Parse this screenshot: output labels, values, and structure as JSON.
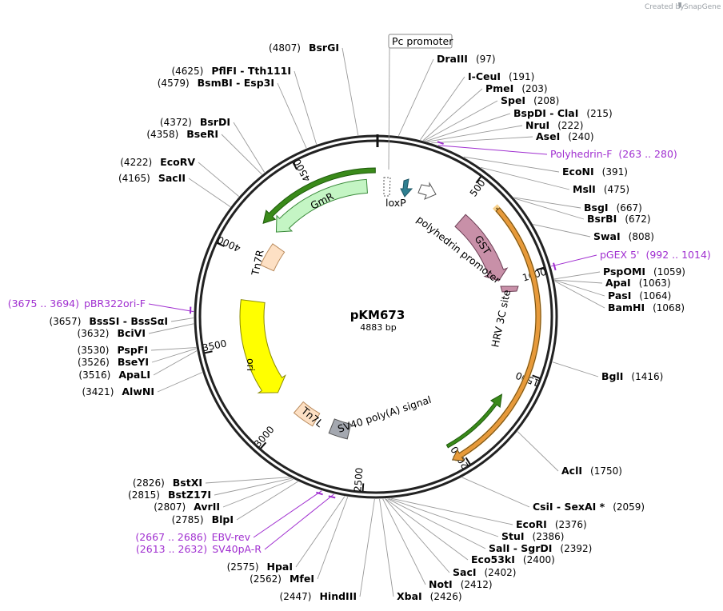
{
  "credit": {
    "created_by": "Created by",
    "brand": "SnapGene"
  },
  "plasmid": {
    "name": "pKM673",
    "size_label": "4883 bp",
    "length": 4883
  },
  "ring_ticks": [
    {
      "label": "500",
      "pos": 500
    },
    {
      "label": "1000",
      "pos": 1000
    },
    {
      "label": "1500",
      "pos": 1500
    },
    {
      "label": "2000",
      "pos": 2000
    },
    {
      "label": "2500",
      "pos": 2500
    },
    {
      "label": "3000",
      "pos": 3000
    },
    {
      "label": "3500",
      "pos": 3500
    },
    {
      "label": "4000",
      "pos": 4000
    },
    {
      "label": "4500",
      "pos": 4500
    }
  ],
  "sites_right": [
    {
      "name": "DraIII",
      "pos": "(97)",
      "bp": 97
    },
    {
      "name": "I-CeuI",
      "pos": "(191)",
      "bp": 191
    },
    {
      "name": "PmeI",
      "pos": "(203)",
      "bp": 203
    },
    {
      "name": "SpeI",
      "pos": "(208)",
      "bp": 208
    },
    {
      "name": "BspDI  -  ClaI",
      "pos": "(215)",
      "bp": 215
    },
    {
      "name": "NruI",
      "pos": "(222)",
      "bp": 222
    },
    {
      "name": "AseI",
      "pos": "(240)",
      "bp": 240
    },
    {
      "name": "EcoNI",
      "pos": "(391)",
      "bp": 391
    },
    {
      "name": "MslI",
      "pos": "(475)",
      "bp": 475
    },
    {
      "name": "BsgI",
      "pos": "(667)",
      "bp": 667
    },
    {
      "name": "BsrBI",
      "pos": "(672)",
      "bp": 672
    },
    {
      "name": "SwaI",
      "pos": "(808)",
      "bp": 808
    },
    {
      "name": "PspOMI",
      "pos": "(1059)",
      "bp": 1059
    },
    {
      "name": "ApaI",
      "pos": "(1063)",
      "bp": 1063
    },
    {
      "name": "PasI",
      "pos": "(1064)",
      "bp": 1064
    },
    {
      "name": "BamHI",
      "pos": "(1068)",
      "bp": 1068
    },
    {
      "name": "BglI",
      "pos": "(1416)",
      "bp": 1416
    },
    {
      "name": "AclI",
      "pos": "(1750)",
      "bp": 1750
    },
    {
      "name": "CsiI  -  SexAI *",
      "pos": "(2059)",
      "bp": 2059
    },
    {
      "name": "EcoRI",
      "pos": "(2376)",
      "bp": 2376
    },
    {
      "name": "StuI",
      "pos": "(2386)",
      "bp": 2386
    },
    {
      "name": "SalI  -  SgrDI",
      "pos": "(2392)",
      "bp": 2392
    },
    {
      "name": "Eco53kI",
      "pos": "(2400)",
      "bp": 2400
    },
    {
      "name": "SacI",
      "pos": "(2402)",
      "bp": 2402
    },
    {
      "name": "NotI",
      "pos": "(2412)",
      "bp": 2412
    },
    {
      "name": "XbaI",
      "pos": "(2426)",
      "bp": 2426
    }
  ],
  "sites_left": [
    {
      "name": "BsrGI",
      "pos": "(4807)",
      "bp": 4807
    },
    {
      "name": "PflFI  -  Tth111I",
      "pos": "(4625)",
      "bp": 4625
    },
    {
      "name": "BsmBI  -  Esp3I",
      "pos": "(4579)",
      "bp": 4579
    },
    {
      "name": "BsrDI",
      "pos": "(4372)",
      "bp": 4372
    },
    {
      "name": "BseRI",
      "pos": "(4358)",
      "bp": 4358
    },
    {
      "name": "EcoRV",
      "pos": "(4222)",
      "bp": 4222
    },
    {
      "name": "SacII",
      "pos": "(4165)",
      "bp": 4165
    },
    {
      "name": "BssSI  -  BssSαI",
      "pos": "(3657)",
      "bp": 3657
    },
    {
      "name": "BciVI",
      "pos": "(3632)",
      "bp": 3632
    },
    {
      "name": "PspFI",
      "pos": "(3530)",
      "bp": 3530
    },
    {
      "name": "BseYI",
      "pos": "(3526)",
      "bp": 3526
    },
    {
      "name": "ApaLI",
      "pos": "(3516)",
      "bp": 3516
    },
    {
      "name": "AlwNI",
      "pos": "(3421)",
      "bp": 3421
    },
    {
      "name": "BstXI",
      "pos": "(2826)",
      "bp": 2826
    },
    {
      "name": "BstZ17I",
      "pos": "(2815)",
      "bp": 2815
    },
    {
      "name": "AvrII",
      "pos": "(2807)",
      "bp": 2807
    },
    {
      "name": "BlpI",
      "pos": "(2785)",
      "bp": 2785
    },
    {
      "name": "HpaI",
      "pos": "(2575)",
      "bp": 2575
    },
    {
      "name": "MfeI",
      "pos": "(2562)",
      "bp": 2562
    },
    {
      "name": "HindIII",
      "pos": "(2447)",
      "bp": 2447
    }
  ],
  "primers": [
    {
      "name": "Polyhedrin-F",
      "range": "(263 .. 280)",
      "start": 263,
      "end": 280
    },
    {
      "name": "pGEX 5'",
      "range": "(992 .. 1014)",
      "start": 992,
      "end": 1014
    },
    {
      "name": "pBR322ori-F",
      "range": "(3675 .. 3694)",
      "start": 3675,
      "end": 3694
    },
    {
      "name": "EBV-rev",
      "range": "(2667 .. 2686)",
      "start": 2667,
      "end": 2686
    },
    {
      "name": "SV40pA-R",
      "range": "(2613 .. 2632)",
      "start": 2613,
      "end": 2632
    }
  ],
  "features": {
    "pc_promoter": "Pc promoter",
    "loxp": "loxP",
    "polyhedrin_promoter": "polyhedrin promoter",
    "gst": "GST",
    "hrv_3c": "HRV 3C site",
    "gmr": "GmR",
    "tn7r": "Tn7R",
    "ori": "ori",
    "tn7l": "Tn7L",
    "sv40": "SV40 poly(A) signal"
  },
  "colors": {
    "backbone": "#222222",
    "gst": "#c890a8",
    "gmr": "#c4f5c4",
    "ori": "#ffff00",
    "tn7": "#fde0c4",
    "sv40": "#a4a8b0",
    "orf_highlight": "#f7d08a",
    "orf_arrow": "#3a8a1a",
    "primer": "#a02fd0"
  }
}
